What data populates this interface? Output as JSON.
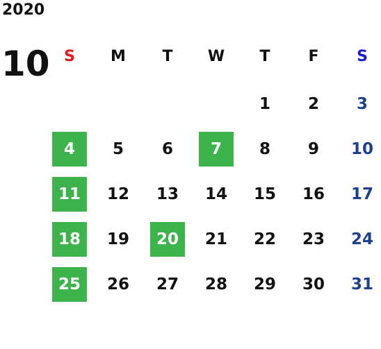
{
  "year": "2020",
  "month": "10",
  "weekdays": [
    {
      "label": "S",
      "color": "#e8141b"
    },
    {
      "label": "M",
      "color": "#111111"
    },
    {
      "label": "T",
      "color": "#111111"
    },
    {
      "label": "W",
      "color": "#111111"
    },
    {
      "label": "T",
      "color": "#111111"
    },
    {
      "label": "F",
      "color": "#111111"
    },
    {
      "label": "S",
      "color": "#1a1ad6"
    }
  ],
  "colors": {
    "highlight_bg": "#3cb44b",
    "saturday_date": "#1f3f8f",
    "weekday_date": "#111111",
    "highlight_text": "#ffffff"
  },
  "weeks": [
    [
      null,
      null,
      null,
      null,
      {
        "day": "1"
      },
      {
        "day": "2"
      },
      {
        "day": "3"
      }
    ],
    [
      {
        "day": "4",
        "highlight": true
      },
      {
        "day": "5"
      },
      {
        "day": "6"
      },
      {
        "day": "7",
        "highlight": true
      },
      {
        "day": "8"
      },
      {
        "day": "9"
      },
      {
        "day": "10"
      }
    ],
    [
      {
        "day": "11",
        "highlight": true
      },
      {
        "day": "12"
      },
      {
        "day": "13"
      },
      {
        "day": "14"
      },
      {
        "day": "15"
      },
      {
        "day": "16"
      },
      {
        "day": "17"
      }
    ],
    [
      {
        "day": "18",
        "highlight": true
      },
      {
        "day": "19"
      },
      {
        "day": "20",
        "highlight": true
      },
      {
        "day": "21"
      },
      {
        "day": "22"
      },
      {
        "day": "23"
      },
      {
        "day": "24"
      }
    ],
    [
      {
        "day": "25",
        "highlight": true
      },
      {
        "day": "26"
      },
      {
        "day": "27"
      },
      {
        "day": "28"
      },
      {
        "day": "29"
      },
      {
        "day": "30"
      },
      {
        "day": "31"
      }
    ]
  ]
}
